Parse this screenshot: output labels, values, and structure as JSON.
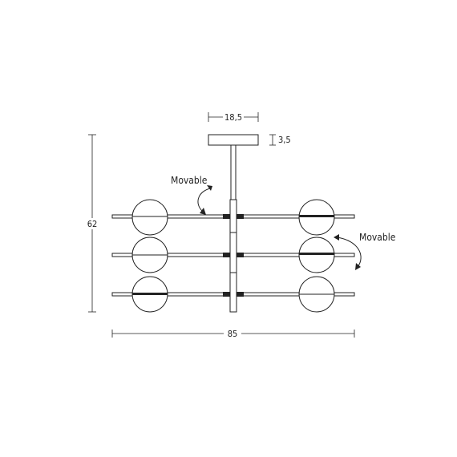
{
  "dimensions": {
    "width_label": "85",
    "height_label": "62",
    "canopy_width_label": "18,5",
    "canopy_height_label": "3,5"
  },
  "annotations": {
    "movable_left": "Movable",
    "movable_right": "Movable"
  },
  "colors": {
    "line": "#222222",
    "background": "#ffffff"
  }
}
